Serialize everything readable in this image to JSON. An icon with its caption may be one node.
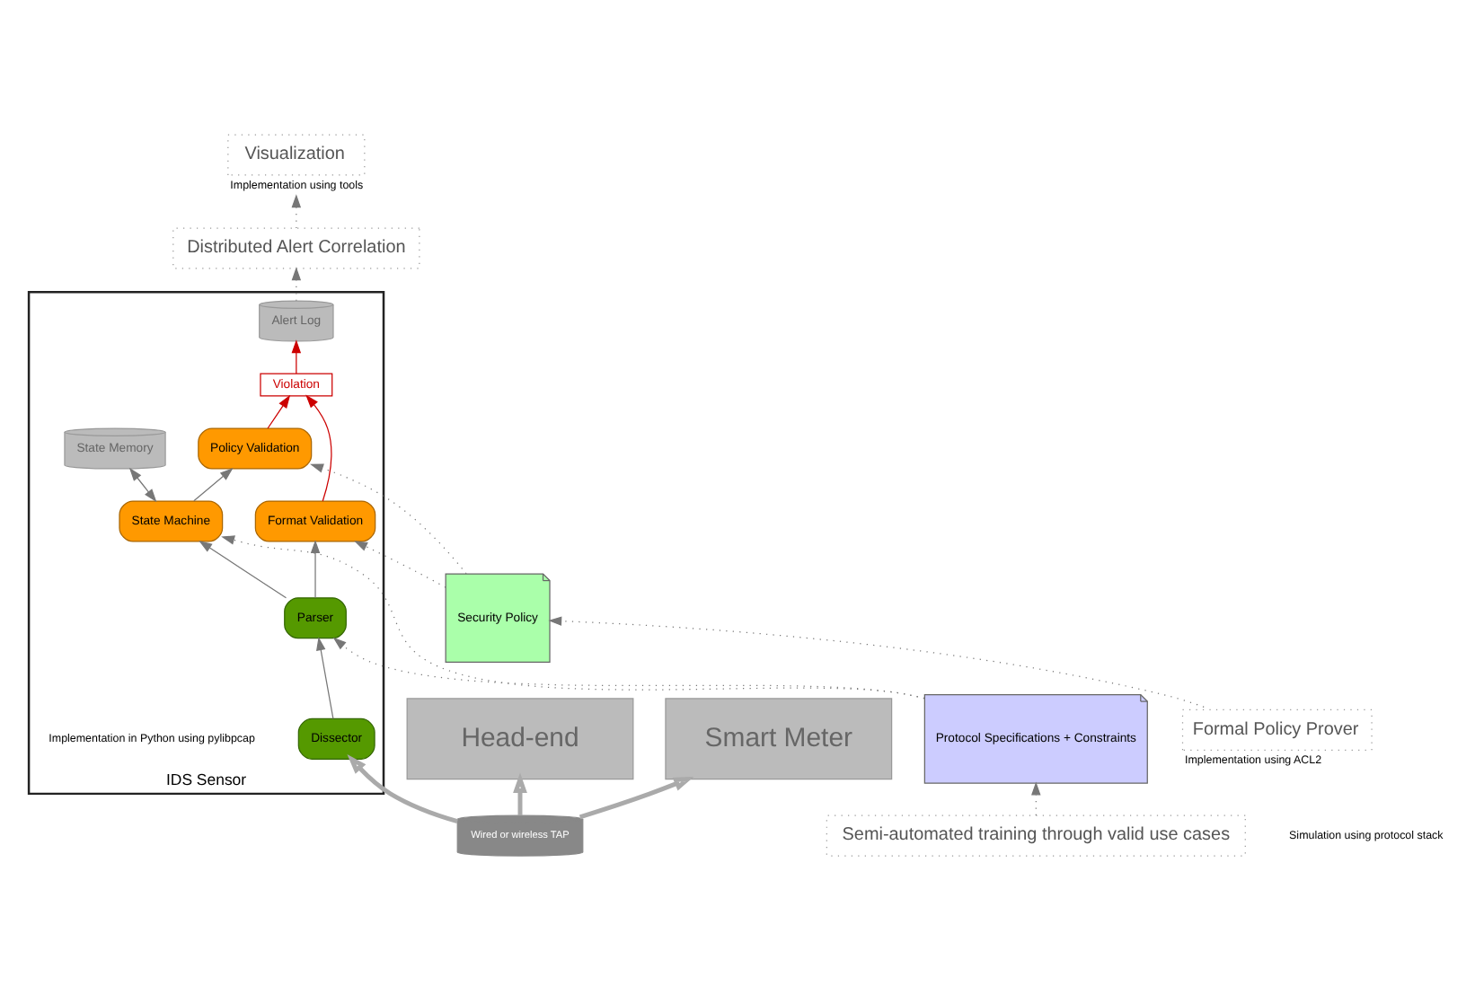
{
  "diagram": {
    "nodes": [
      {
        "text": [
          "IDS Sensor"
        ],
        "beside": [
          "Implementation in Python using pylibpcap"
        ]
      },
      {
        "text": [
          "Alert Log"
        ],
        "in": 0
      },
      {
        "text": [
          "State Memory"
        ],
        "in": 0
      },
      {
        "text": [
          "Violation"
        ],
        "in": 0
      },
      {
        "text": [
          "Policy Validation"
        ],
        "in": 0
      },
      {
        "text": [
          "State Machine"
        ],
        "in": 0
      },
      {
        "text": [
          "Format Validation"
        ],
        "in": 0
      },
      {
        "text": [
          "Parser"
        ],
        "in": 0
      },
      {
        "text": [
          "Dissector"
        ],
        "in": 0
      },
      {
        "text": [
          "Distributed Alert Correlation"
        ]
      },
      {
        "text": [
          "Visualization"
        ],
        "beside": [
          "Implementation using tools"
        ]
      },
      {
        "text": [
          "Security Policy"
        ]
      },
      {
        "text": [
          "Protocol Specifications + Constraints"
        ]
      },
      {
        "text": [
          "Formal Policy Prover"
        ],
        "beside": [
          "Implementation using ACL2"
        ]
      },
      {
        "text": [
          "Semi-automated training through valid use cases"
        ]
      },
      {
        "text": [
          "Head-end"
        ]
      },
      {
        "text": [
          "Wired or wireless TAP"
        ]
      },
      {
        "text": [
          "Smart Meter"
        ]
      }
    ],
    "edges": [
      {
        "from": 1,
        "to": 9,
        "arrow": "to",
        "style": "dashed"
      },
      {
        "from": 9,
        "to": 10,
        "arrow": "to",
        "style": "dashed"
      },
      {
        "from": 3,
        "to": 1,
        "arrow": "to",
        "color": "#cc0000"
      },
      {
        "from": 4,
        "to": 3,
        "arrow": "to",
        "color": "#cc0000"
      },
      {
        "from": 6,
        "to": 3,
        "arrow": "to",
        "color": "#cc0000"
      },
      {
        "from": 5,
        "to": 2,
        "arrow": "both"
      },
      {
        "from": 5,
        "to": 4,
        "arrow": "to"
      },
      {
        "from": 7,
        "to": 6,
        "arrow": "to"
      },
      {
        "from": 7,
        "to": 5,
        "arrow": "to"
      },
      {
        "from": 8,
        "to": 7,
        "arrow": "to"
      },
      {
        "from": 11,
        "to": 4,
        "arrow": "to",
        "style": "dashed"
      },
      {
        "from": 11,
        "to": 6,
        "arrow": "to",
        "style": "dashed"
      },
      {
        "from": 12,
        "to": 5,
        "arrow": "to",
        "style": "dashed"
      },
      {
        "from": 12,
        "to": 7,
        "arrow": "to",
        "style": "dashed"
      },
      {
        "from": 13,
        "to": 11,
        "arrow": "to",
        "style": "dashed"
      },
      {
        "from": 14,
        "to": 12,
        "arrow": "to",
        "style": "dashed"
      },
      {
        "from": 16,
        "to": 8,
        "arrow": "to",
        "style": "thick"
      },
      {
        "from": 16,
        "to": 15,
        "arrow": "to",
        "style": "thick"
      },
      {
        "from": 16,
        "to": 17,
        "arrow": "to",
        "style": "thick"
      }
    ],
    "labels": [
      "Simulation using protocol stack"
    ]
  }
}
